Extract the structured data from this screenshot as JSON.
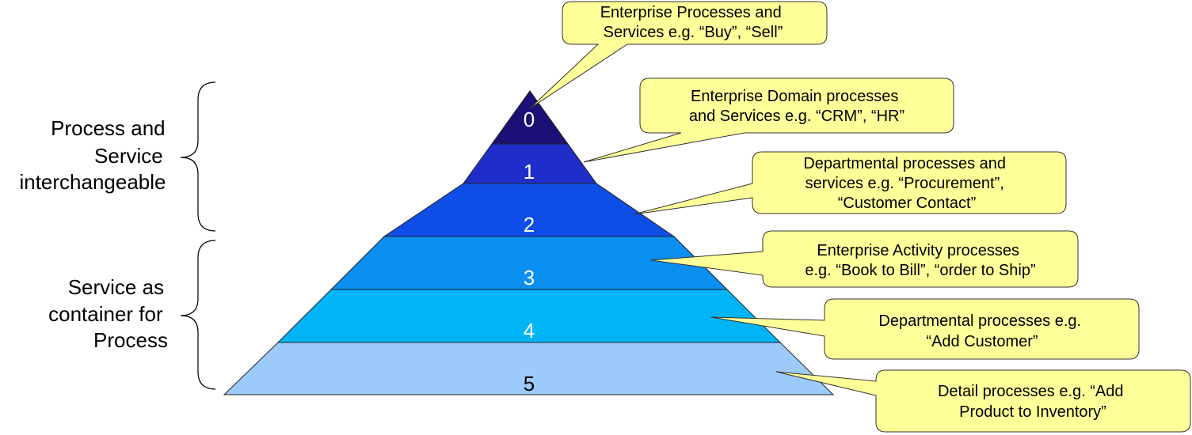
{
  "diagram": {
    "levels": [
      {
        "label": "0",
        "color": "#1a1075"
      },
      {
        "label": "1",
        "color": "#1f2ec8"
      },
      {
        "label": "2",
        "color": "#0f4ee6"
      },
      {
        "label": "3",
        "color": "#0a8ef0"
      },
      {
        "label": "4",
        "color": "#00b4f5"
      },
      {
        "label": "5",
        "color": "#9ccbfb"
      }
    ],
    "callouts": [
      {
        "lines": [
          "Enterprise Processes and",
          "Services e.g. “Buy”, “Sell”"
        ]
      },
      {
        "lines": [
          "Enterprise Domain processes",
          "and Services e.g. “CRM”, “HR”"
        ]
      },
      {
        "lines": [
          "Departmental processes and",
          "services e.g. “Procurement”,",
          "“Customer Contact”"
        ]
      },
      {
        "lines": [
          "Enterprise Activity processes",
          "e.g. “Book to Bill”, “order to Ship”"
        ]
      },
      {
        "lines": [
          "Departmental processes e.g.",
          "“Add Customer”"
        ]
      },
      {
        "lines": [
          "Detail processes e.g. “Add",
          "Product to Inventory”"
        ]
      }
    ],
    "callout_fill": "#ffff99",
    "groups": [
      {
        "lines": [
          "Process and",
          "Service",
          "interchangeable"
        ]
      },
      {
        "lines": [
          "Service as",
          "container for",
          "Process"
        ]
      }
    ]
  }
}
